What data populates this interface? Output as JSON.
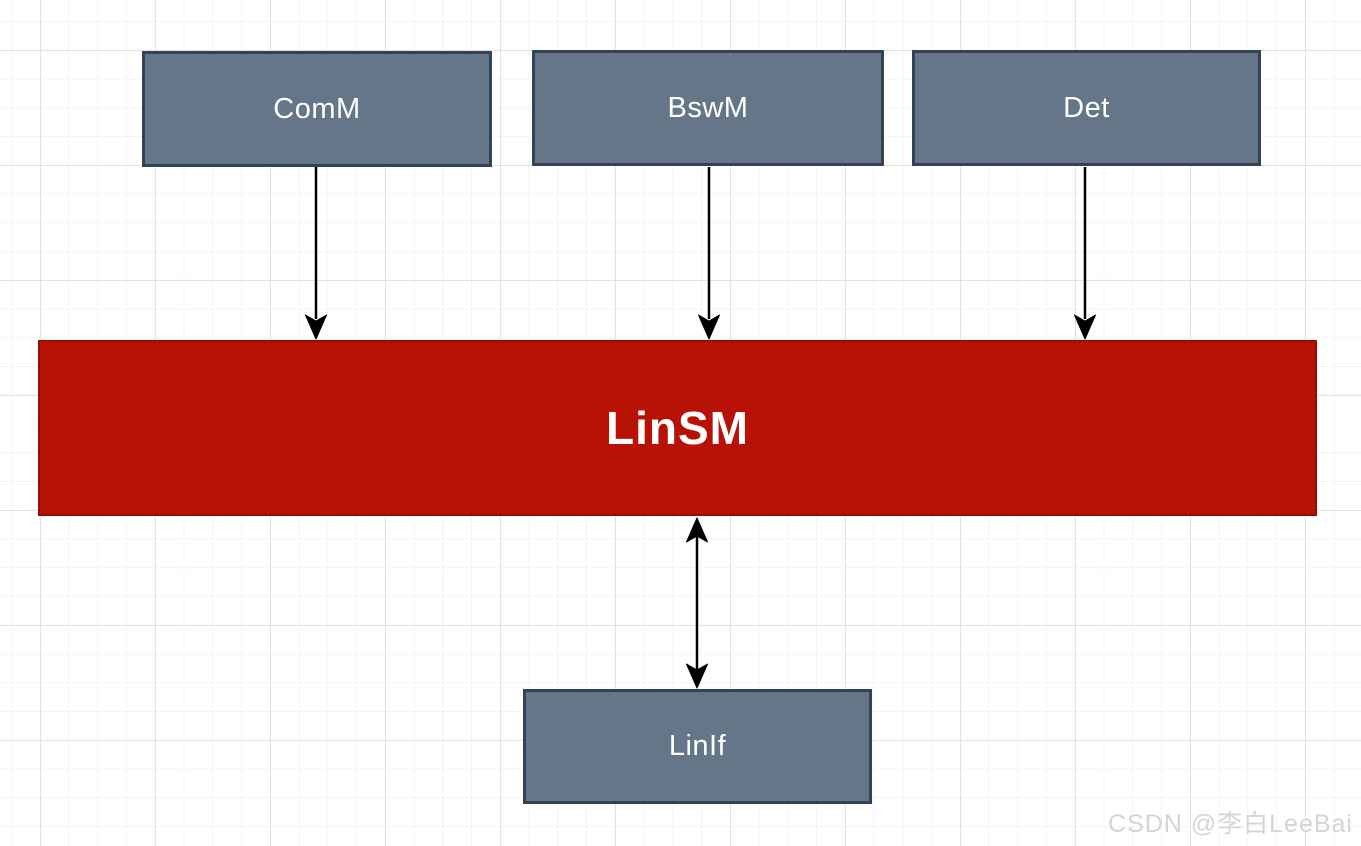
{
  "colors": {
    "node_fill": "#647687",
    "node_stroke": "#314354",
    "accent_fill": "#B81105",
    "accent_stroke": "#9A0B00",
    "arrow": "#000000",
    "label_text": "#ffffff",
    "watermark_text": "#d4d4d4",
    "grid_minor": "#f4f4f4",
    "grid_major": "#e2e2e2"
  },
  "diagram": {
    "top_nodes": [
      {
        "label": "ComM"
      },
      {
        "label": "BswM"
      },
      {
        "label": "Det"
      }
    ],
    "center_node": {
      "label": "LinSM"
    },
    "bottom_node": {
      "label": "LinIf"
    },
    "edges": [
      {
        "from": "ComM",
        "to": "LinSM",
        "direction": "down"
      },
      {
        "from": "BswM",
        "to": "LinSM",
        "direction": "down"
      },
      {
        "from": "Det",
        "to": "LinSM",
        "direction": "down"
      },
      {
        "from": "LinSM",
        "to": "LinIf",
        "direction": "both"
      }
    ]
  },
  "watermark": {
    "text": "CSDN @李白LeeBai"
  }
}
